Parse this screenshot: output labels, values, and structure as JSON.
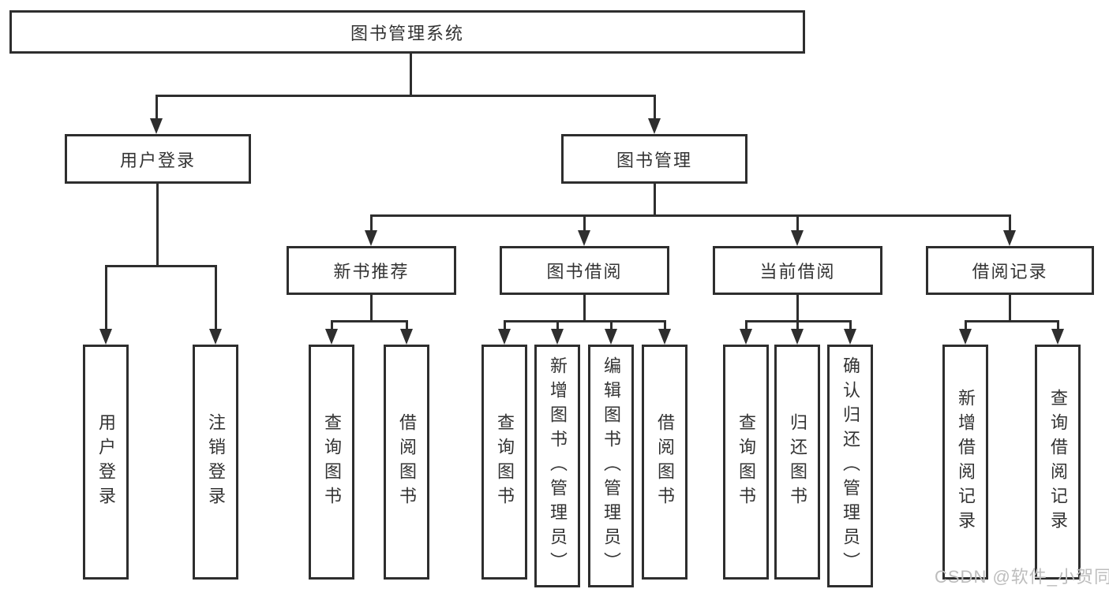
{
  "nodes": {
    "root": "图书管理系统",
    "user_login": "用户登录",
    "book_mgmt": "图书管理",
    "new_book_rec": "新书推荐",
    "book_borrow": "图书借阅",
    "current_borrow": "当前借阅",
    "borrow_record": "借阅记录",
    "leaf_user_login": "用户登录",
    "leaf_logout": "注销登录",
    "leaf_nbr_query": "查询图书",
    "leaf_nbr_borrow": "借阅图书",
    "leaf_bb_query": "查询图书",
    "leaf_bb_add": "新增图书（管理员）",
    "leaf_bb_edit": "编辑图书（管理员）",
    "leaf_bb_borrow": "借阅图书",
    "leaf_cb_query": "查询图书",
    "leaf_cb_return": "归还图书",
    "leaf_cb_confirm": "确认归还（管理员）",
    "leaf_br_add": "新增借阅记录",
    "leaf_br_query": "查询借阅记录"
  },
  "watermark": "CSDN @软件_小贺同学",
  "colors": {
    "line": "#2e2e2e",
    "text": "#333333",
    "watermark": "#bdbdbd",
    "background": "#ffffff"
  }
}
